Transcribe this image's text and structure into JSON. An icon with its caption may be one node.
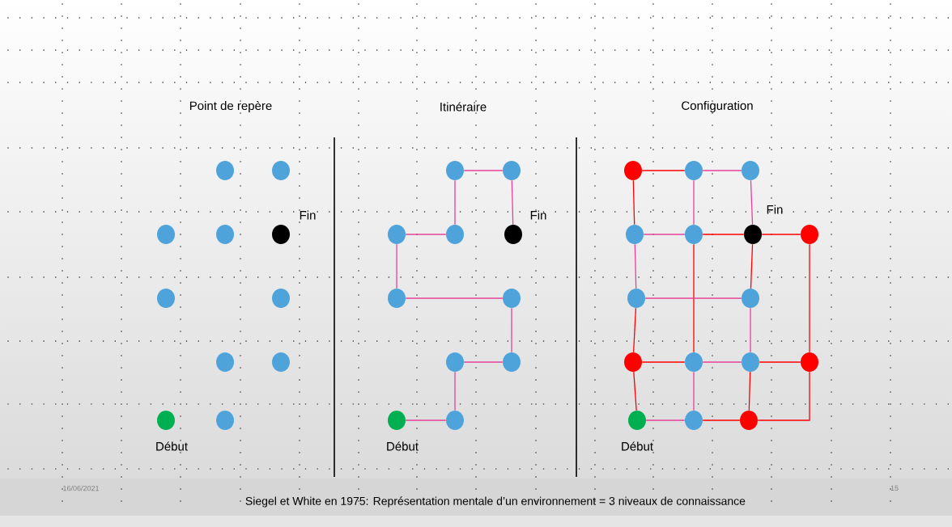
{
  "diagram": {
    "caption": "Siegel et White en 1975: Représentation mentale d’un environnement = 3 niveaux de connaissance",
    "nodes": [
      {
        "text": [],
        "shape": "circle"
      },
      {
        "text": [],
        "shape": "circle"
      },
      {
        "text": [],
        "shape": "circle"
      },
      {
        "text": [],
        "shape": "circle"
      },
      {
        "text": [],
        "shape": "circle",
        "beside": [
          "Fin"
        ]
      },
      {
        "text": [],
        "shape": "circle"
      },
      {
        "text": [],
        "shape": "circle"
      },
      {
        "text": [],
        "shape": "circle"
      },
      {
        "text": [],
        "shape": "circle"
      },
      {
        "text": [],
        "shape": "circle",
        "beside": [
          "Début"
        ]
      },
      {
        "text": [],
        "shape": "circle"
      },
      {
        "text": [],
        "shape": "circle"
      },
      {
        "text": [],
        "shape": "circle"
      },
      {
        "text": [],
        "shape": "circle"
      },
      {
        "text": [],
        "shape": "circle"
      },
      {
        "text": [],
        "shape": "circle",
        "beside": [
          "Fin"
        ]
      },
      {
        "text": [],
        "shape": "circle"
      },
      {
        "text": [],
        "shape": "circle"
      },
      {
        "text": [],
        "shape": "circle"
      },
      {
        "text": [],
        "shape": "circle"
      },
      {
        "text": [],
        "shape": "circle",
        "beside": [
          "Début"
        ]
      },
      {
        "text": [],
        "shape": "circle"
      },
      {
        "text": [],
        "shape": "circle"
      },
      {
        "text": [],
        "shape": "circle"
      },
      {
        "text": [],
        "shape": "circle"
      },
      {
        "text": [],
        "shape": "circle"
      },
      {
        "text": [],
        "shape": "circle"
      },
      {
        "text": [],
        "shape": "circle",
        "beside": [
          "Fin"
        ]
      },
      {
        "text": [],
        "shape": "circle"
      },
      {
        "text": [],
        "shape": "circle"
      },
      {
        "text": [],
        "shape": "circle"
      },
      {
        "text": [],
        "shape": "circle"
      },
      {
        "text": [],
        "shape": "circle"
      },
      {
        "text": [],
        "shape": "circle"
      },
      {
        "text": [],
        "shape": "circle"
      },
      {
        "text": [],
        "shape": "circle",
        "beside": [
          "Début"
        ]
      },
      {
        "text": [],
        "shape": "circle"
      },
      {
        "text": [],
        "shape": "circle"
      }
    ],
    "edges": [
      {
        "from": 20,
        "to": 21,
        "arrow": "none"
      },
      {
        "from": 21,
        "to": 18,
        "arrow": "none"
      },
      {
        "from": 18,
        "to": 19,
        "arrow": "none"
      },
      {
        "from": 19,
        "to": 17,
        "arrow": "none"
      },
      {
        "from": 17,
        "to": 16,
        "arrow": "none"
      },
      {
        "from": 16,
        "to": 13,
        "arrow": "none"
      },
      {
        "from": 13,
        "to": 14,
        "arrow": "none"
      },
      {
        "from": 14,
        "to": 11,
        "arrow": "none"
      },
      {
        "from": 11,
        "to": 12,
        "arrow": "none"
      },
      {
        "from": 12,
        "to": 15,
        "arrow": "none"
      },
      {
        "from": 22,
        "to": 23,
        "arrow": "none",
        "color": "#ff0000"
      },
      {
        "from": 23,
        "to": 24,
        "arrow": "none"
      },
      {
        "from": 22,
        "to": 25,
        "arrow": "none",
        "color": "#ff0000"
      },
      {
        "from": 23,
        "to": 26,
        "arrow": "none"
      },
      {
        "from": 24,
        "to": 27,
        "arrow": "none"
      },
      {
        "from": 25,
        "to": 26,
        "arrow": "none"
      },
      {
        "from": 26,
        "to": 27,
        "arrow": "none",
        "color": "#ff0000"
      },
      {
        "from": 27,
        "to": 28,
        "arrow": "none",
        "color": "#ff0000"
      },
      {
        "from": 25,
        "to": 29,
        "arrow": "none"
      },
      {
        "from": 26,
        "to": 32,
        "arrow": "none",
        "color": "#ff0000"
      },
      {
        "from": 27,
        "to": 30,
        "arrow": "none",
        "color": "#ff0000"
      },
      {
        "from": 29,
        "to": 30,
        "arrow": "none"
      },
      {
        "from": 28,
        "to": 34,
        "arrow": "none",
        "color": "#ff0000"
      },
      {
        "from": 29,
        "to": 31,
        "arrow": "none",
        "color": "#ff0000"
      },
      {
        "from": 30,
        "to": 33,
        "arrow": "none"
      },
      {
        "from": 31,
        "to": 32,
        "arrow": "none",
        "color": "#ff0000"
      },
      {
        "from": 32,
        "to": 33,
        "arrow": "none"
      },
      {
        "from": 33,
        "to": 34,
        "arrow": "none",
        "color": "#ff0000"
      },
      {
        "from": 31,
        "to": 35,
        "arrow": "none",
        "color": "#ff0000"
      },
      {
        "from": 32,
        "to": 36,
        "arrow": "none"
      },
      {
        "from": 33,
        "to": 37,
        "arrow": "none",
        "color": "#ff0000"
      },
      {
        "from": 34,
        "to": 37,
        "arrow": "none",
        "color": "#ff0000"
      },
      {
        "from": 35,
        "to": 36,
        "arrow": "none"
      },
      {
        "from": 36,
        "to": 37,
        "arrow": "none",
        "color": "#ff0000"
      }
    ],
    "labels": [
      "Point de repère",
      "Itinéraire",
      "Configuration",
      "16/06/2021",
      "15"
    ]
  }
}
